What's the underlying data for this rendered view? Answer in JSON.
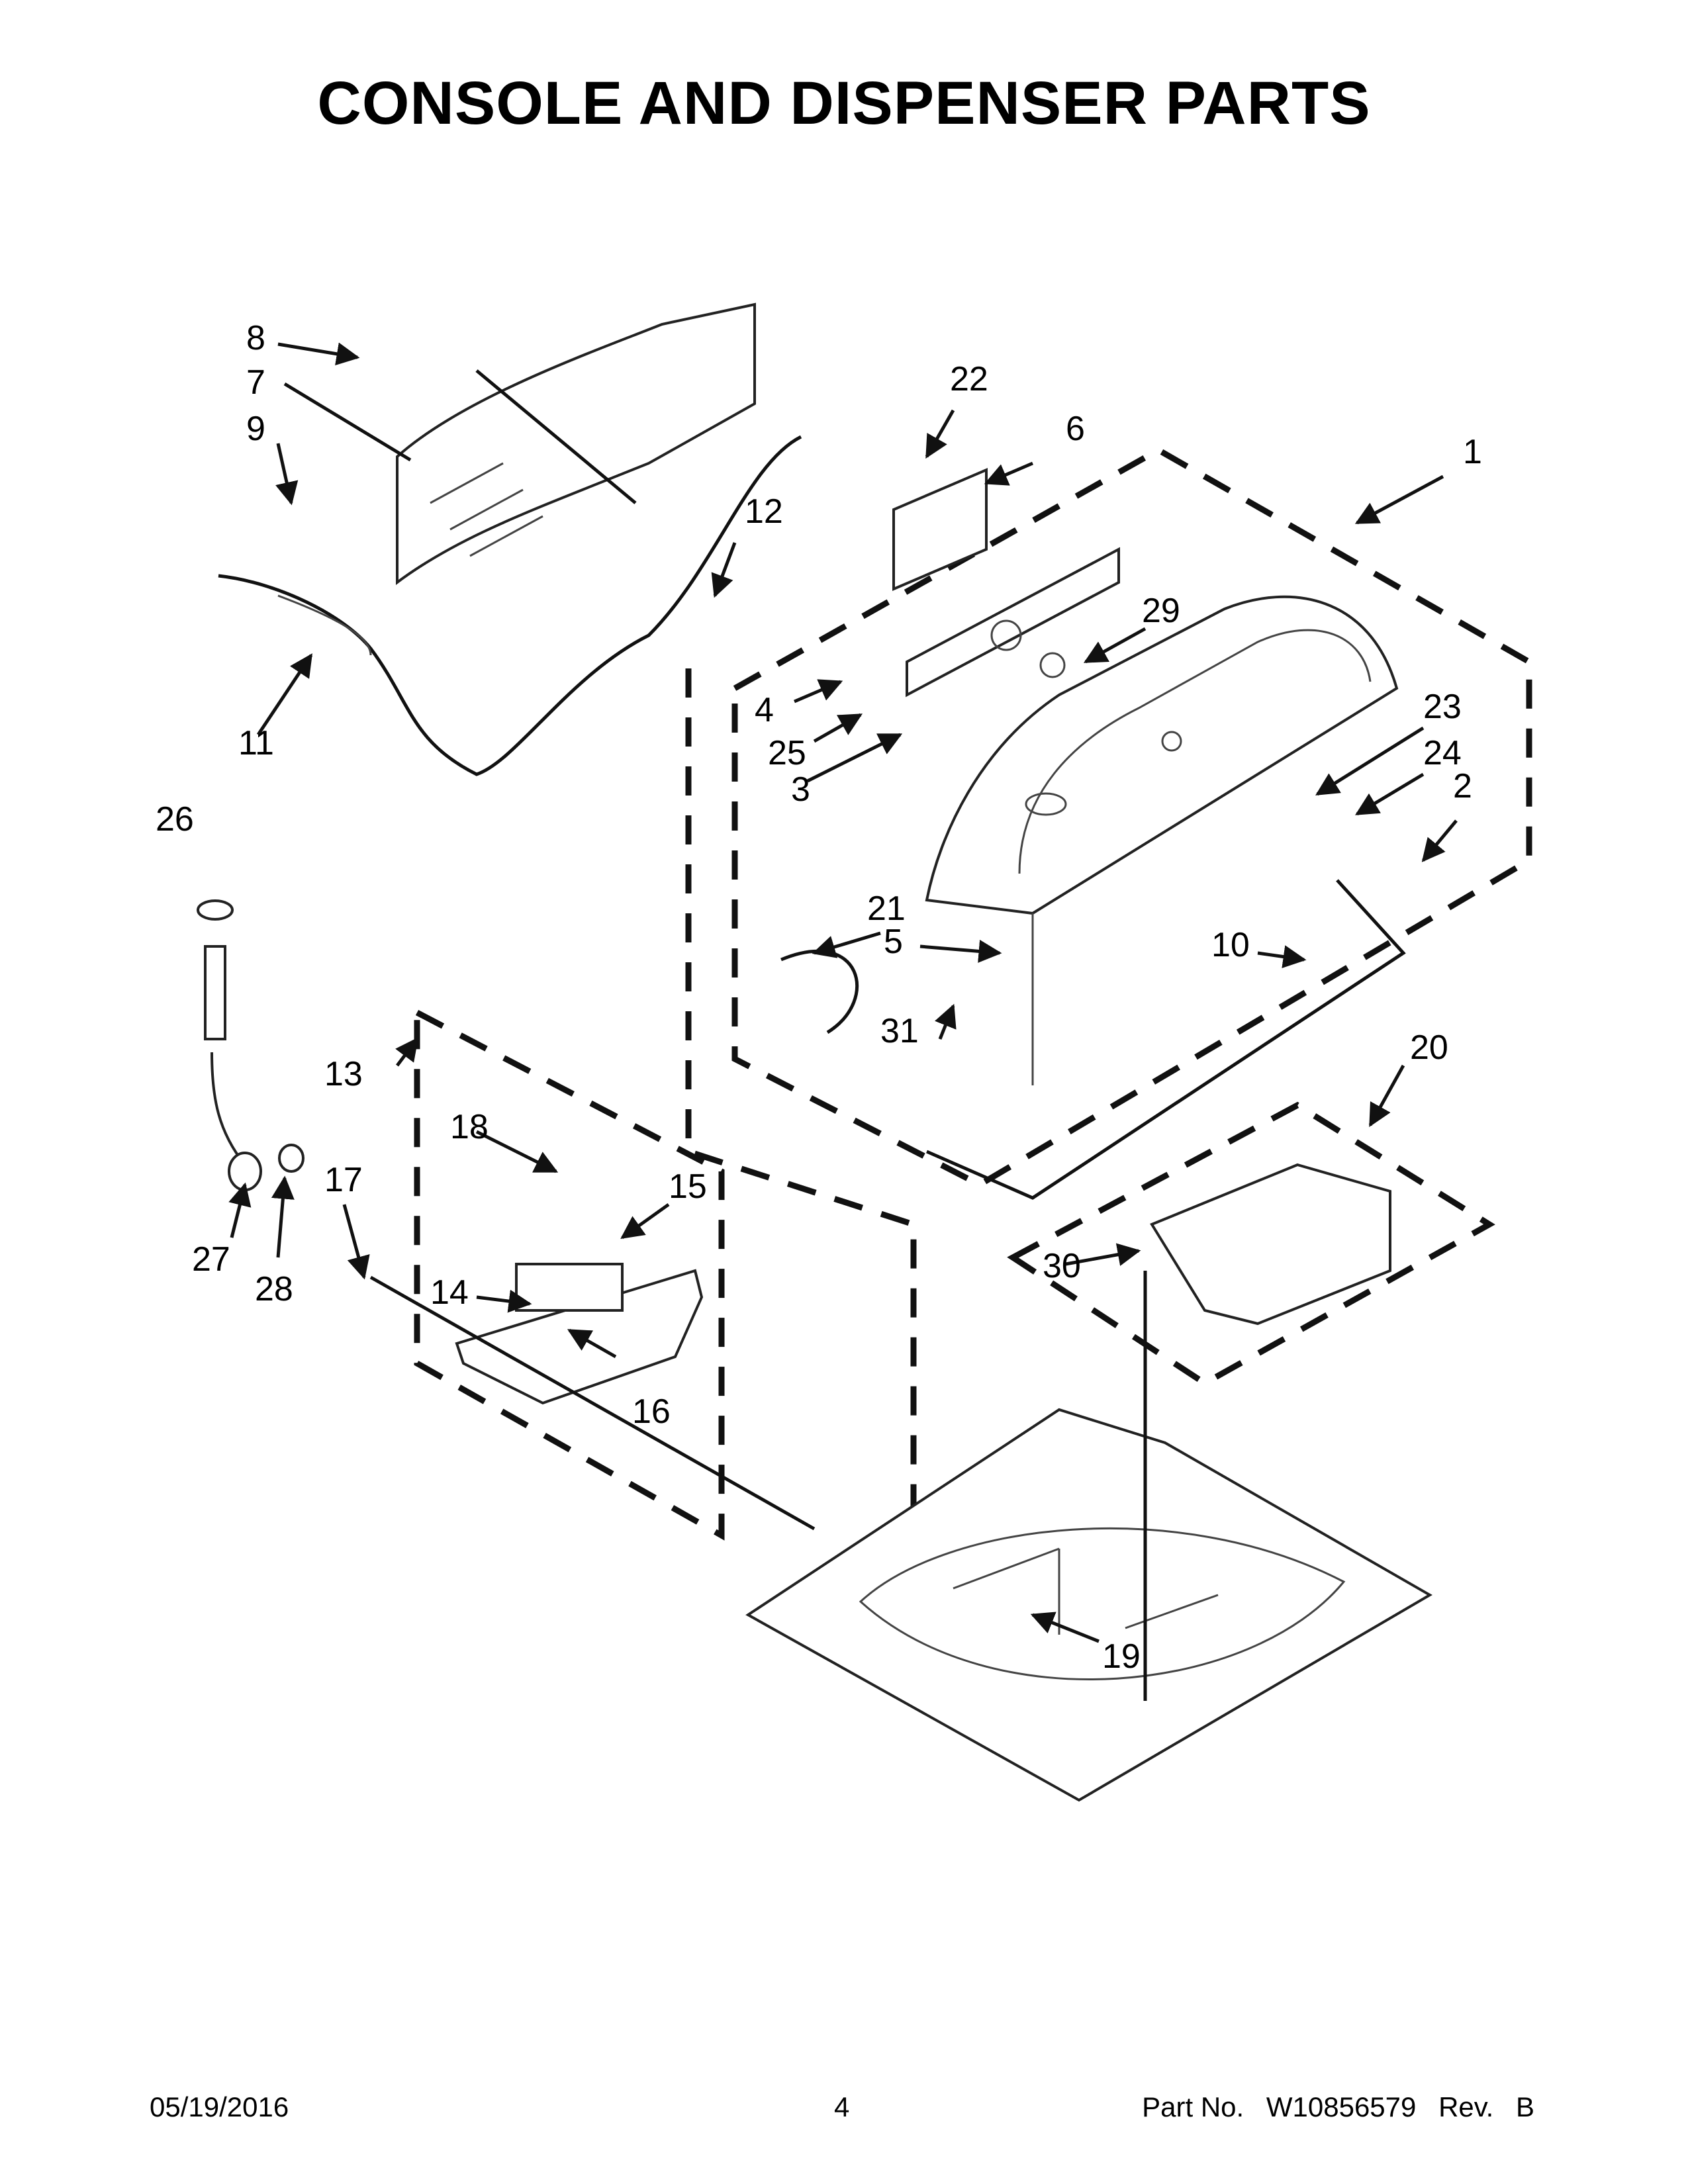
{
  "title": "CONSOLE AND DISPENSER PARTS",
  "footer": {
    "date": "05/19/2016",
    "page": "4",
    "part_label": "Part No.",
    "part_number": "W10856579",
    "rev_label": "Rev.",
    "rev": "B"
  },
  "callouts": [
    "1",
    "2",
    "3",
    "4",
    "5",
    "6",
    "7",
    "8",
    "9",
    "10",
    "11",
    "12",
    "13",
    "14",
    "15",
    "16",
    "17",
    "18",
    "19",
    "20",
    "21",
    "22",
    "23",
    "24",
    "25",
    "26",
    "27",
    "28",
    "29",
    "30",
    "31"
  ]
}
